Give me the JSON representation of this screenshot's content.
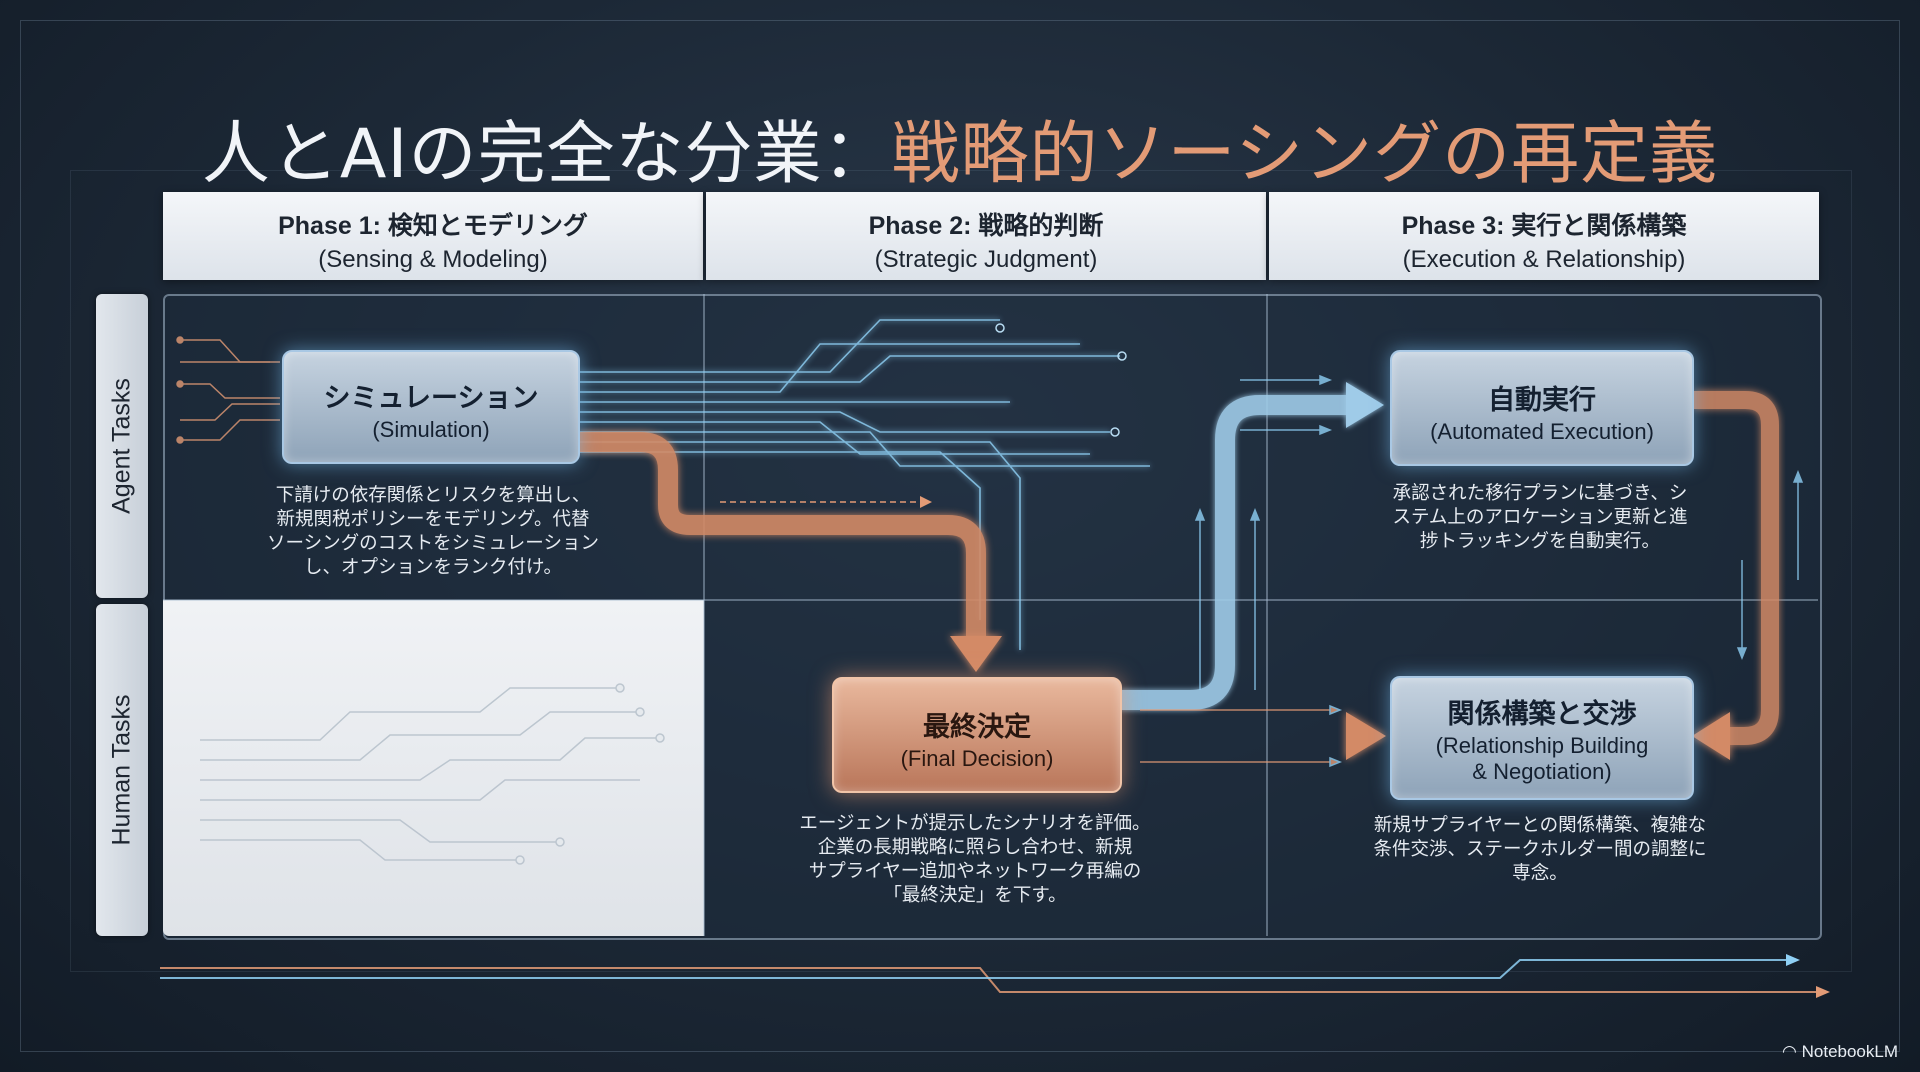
{
  "title": {
    "part1": "人とAIの完全な分業：",
    "part2": "戦略的ソーシングの再定義"
  },
  "phases": [
    {
      "title": "Phase 1: 検知とモデリング",
      "subtitle": "(Sensing & Modeling)"
    },
    {
      "title": "Phase 2: 戦略的判断",
      "subtitle": "(Strategic Judgment)"
    },
    {
      "title": "Phase 3: 実行と関係構築",
      "subtitle": "(Execution & Relationship)"
    }
  ],
  "lanes": {
    "agent": "Agent Tasks",
    "human": "Human Tasks"
  },
  "nodes": {
    "simulation": {
      "title": "シミュレーション",
      "subtitle": "(Simulation)",
      "desc": [
        "下請けの依存関係とリスクを算出し、",
        "新規関税ポリシーをモデリング。代替",
        "ソーシングのコストをシミュレーション",
        "し、オプションをランク付け。"
      ]
    },
    "final_decision": {
      "title": "最終決定",
      "subtitle": "(Final Decision)",
      "desc": [
        "エージェントが提示したシナリオを評価。",
        "企業の長期戦略に照らし合わせ、新規",
        "サプライヤー追加やネットワーク再編の",
        "「最終決定」を下す。"
      ]
    },
    "automated_execution": {
      "title": "自動実行",
      "subtitle": "(Automated Execution)",
      "desc": [
        "承認された移行プランに基づき、シ",
        "ステム上のアロケーション更新と進",
        "捗トラッキングを自動実行。"
      ]
    },
    "relationship": {
      "title": "関係構築と交渉",
      "subtitle1": "(Relationship Building",
      "subtitle2": "& Negotiation)",
      "desc": [
        "新規サプライヤーとの関係構築、複雑な",
        "条件交渉、ステークホルダー間の調整に",
        "専念。"
      ]
    }
  },
  "logo": "NotebookLM",
  "colors": {
    "accent_orange": "#e39b76",
    "accent_blue": "#8fd0f5",
    "background": "#1c2836"
  }
}
